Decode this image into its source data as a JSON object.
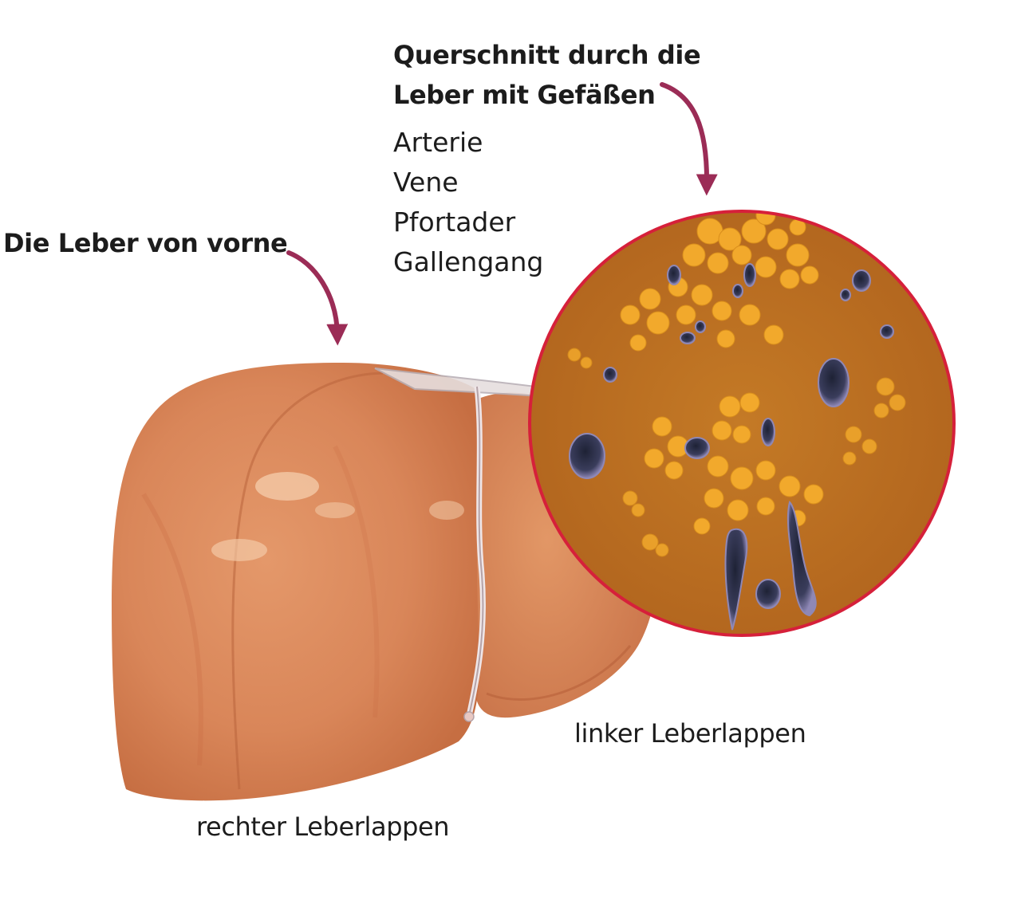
{
  "front_view_title": "Die Leber von vorne",
  "cross_section": {
    "title_line1": "Querschnitt durch die",
    "title_line2": "Leber mit Gefäßen",
    "vessels": [
      "Arterie",
      "Vene",
      "Pfortader",
      "Gallengang"
    ]
  },
  "lobes": {
    "left": "linker Leberlappen",
    "right": "rechter Leberlappen"
  },
  "colors": {
    "arrow": "#9b2c56",
    "circle_border": "#d6203a",
    "liver": "#d9875a",
    "tissue": "#c17322",
    "fat_cells": "#f2a92c",
    "vessel": "#6f6a98"
  }
}
